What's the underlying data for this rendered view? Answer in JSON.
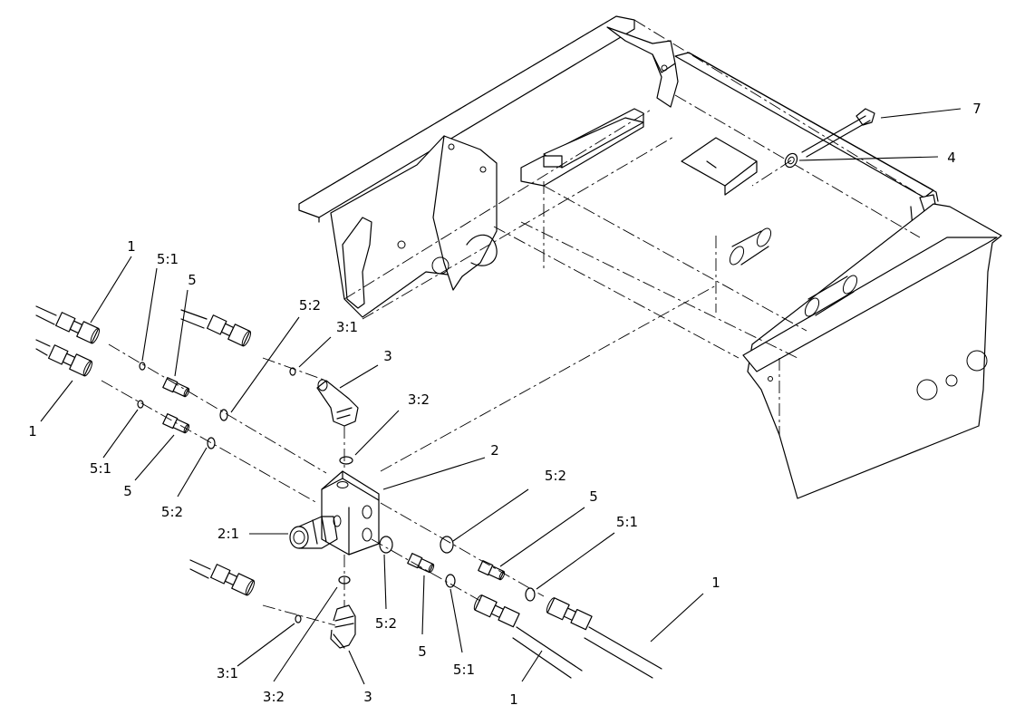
{
  "callouts": [
    "1",
    "5:1",
    "5",
    "5:2",
    "3:1",
    "3",
    "3:2",
    "1",
    "5:1",
    "5",
    "5:2",
    "2",
    "2:1",
    "5:2",
    "5",
    "5:1",
    "1",
    "5:2",
    "5",
    "5:1",
    "1",
    "3:1",
    "3:2",
    "3",
    "7",
    "4"
  ]
}
